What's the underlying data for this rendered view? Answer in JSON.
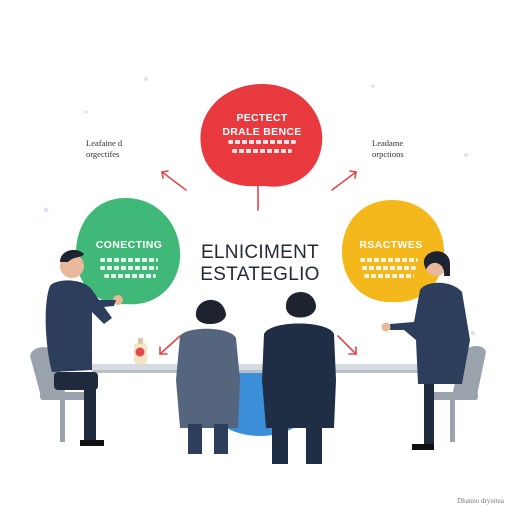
{
  "bubbles": {
    "top": {
      "title_line1": "PECTECT",
      "title_line2": "DRALE BENCE",
      "color": "#e8393f"
    },
    "left": {
      "title": "CONECTING",
      "color": "#3fb878"
    },
    "right": {
      "title": "RSACTWES",
      "color": "#f5b81c"
    }
  },
  "side_notes": {
    "left": {
      "line1": "Leafaine d",
      "line2": "orgectifes"
    },
    "right": {
      "line1": "Leadame",
      "line2": "orpctions"
    }
  },
  "center": {
    "line1": "ELNICIMENT",
    "line2": "ESTATEGLIO"
  },
  "watermark": "Dhanno drynitea",
  "colors": {
    "arrow": "#e2474a",
    "suit_dark": "#2c3e5c",
    "suit_gray": "#55657d",
    "table": "#d6dbe0",
    "table_shadow": "#3b8fd8",
    "chair": "#9aa2ab",
    "skin": "#e8b89a"
  },
  "icons": {
    "arrows": "arrow-icon",
    "bottle": "bottle-icon"
  }
}
